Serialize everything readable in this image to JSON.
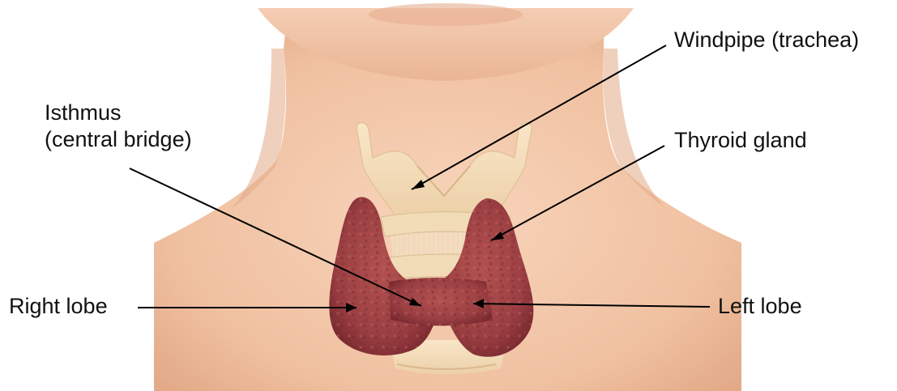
{
  "labels": {
    "windpipe": "Windpipe (trachea)",
    "isthmus_line1": "Isthmus",
    "isthmus_line2": "(central bridge)",
    "thyroid_gland": "Thyroid gland",
    "right_lobe": "Right lobe",
    "left_lobe": "Left lobe"
  },
  "colors": {
    "skin": "#f2c4a6",
    "skin_shadow": "#dfa482",
    "cartilage": "#f6dfbe",
    "cartilage_shadow": "#e6c79c",
    "thyroid": "#a8464a",
    "thyroid_dark": "#7e2e33",
    "leader_line": "#000000"
  }
}
